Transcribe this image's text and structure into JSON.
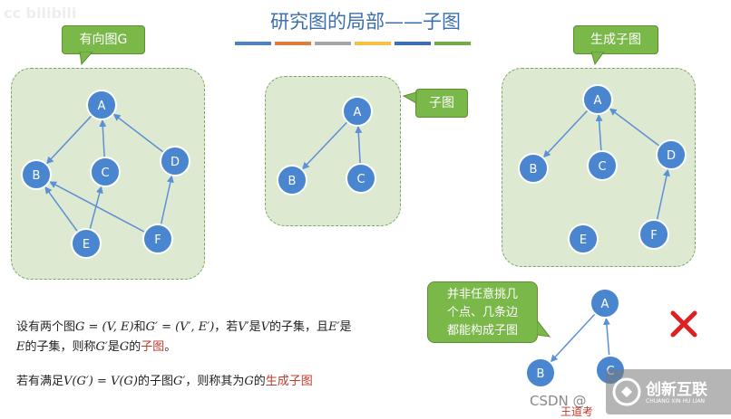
{
  "title": "研究图的局部——子图",
  "title_bars": [
    "#4f81bd",
    "#e07b39",
    "#a5a5a5",
    "#f5c242",
    "#3d6fb6",
    "#70ad47"
  ],
  "colors": {
    "node_fill": "#4a86cf",
    "node_stroke": "#ffffff",
    "edge": "#5b8fd6",
    "box_fill": "#dde9d0",
    "callout": "#7bb84a",
    "cross": "#e02020"
  },
  "callouts": {
    "directed_graph": "有向图G",
    "subgraph": "子图",
    "spanning_subgraph": "生成子图",
    "note": [
      "并非任意挑几",
      "个点、几条边",
      "都能构成子图"
    ]
  },
  "graphs": {
    "g1": {
      "nodes": [
        {
          "id": "A"
        },
        {
          "id": "B"
        },
        {
          "id": "C"
        },
        {
          "id": "D"
        },
        {
          "id": "E"
        },
        {
          "id": "F"
        }
      ],
      "edges": [
        [
          "A",
          "B"
        ],
        [
          "C",
          "A"
        ],
        [
          "D",
          "A"
        ],
        [
          "E",
          "B"
        ],
        [
          "F",
          "B"
        ],
        [
          "E",
          "C"
        ],
        [
          "F",
          "D"
        ]
      ]
    },
    "g2": {
      "nodes": [
        {
          "id": "A"
        },
        {
          "id": "B"
        },
        {
          "id": "C"
        }
      ],
      "edges": [
        [
          "A",
          "B"
        ],
        [
          "C",
          "A"
        ]
      ]
    },
    "g3": {
      "nodes": [
        {
          "id": "A"
        },
        {
          "id": "B"
        },
        {
          "id": "C"
        },
        {
          "id": "D"
        },
        {
          "id": "E"
        },
        {
          "id": "F"
        }
      ],
      "edges": [
        [
          "A",
          "B"
        ],
        [
          "C",
          "A"
        ],
        [
          "D",
          "A"
        ],
        [
          "F",
          "D"
        ]
      ]
    },
    "g4": {
      "nodes": [
        {
          "id": "A"
        },
        {
          "id": "B"
        },
        {
          "id": "C"
        }
      ],
      "edges": [
        [
          "A",
          "B"
        ],
        [
          "C",
          "A"
        ]
      ]
    }
  },
  "definitions": {
    "line1_a": "设有两个图",
    "line1_b": "G = (V, E)",
    "line1_c": "和",
    "line1_d": "G′ = (V′, E′)",
    "line1_e": "，若",
    "line1_f": "V′",
    "line1_g": "是",
    "line1_h": "V",
    "line1_i": "的子集，且",
    "line1_j": "E′",
    "line1_k": "是",
    "line2_a": "E",
    "line2_b": "的子集，则称",
    "line2_c": "G′",
    "line2_d": "是",
    "line2_e": "G",
    "line2_f": "的",
    "line2_g": "子图",
    "line2_h": "。",
    "line3_a": "若有满足",
    "line3_b": "V(G′) = V(G)",
    "line3_c": "的子图",
    "line3_d": "G′",
    "line3_e": "，则称其为",
    "line3_f": "G",
    "line3_g": "的",
    "line3_h": "生成子图"
  },
  "watermark": {
    "csdn": "CSDN @",
    "author": "王道考",
    "brand": "创新互联",
    "brand_sub": "CHUANG XIN HU LIAN"
  }
}
